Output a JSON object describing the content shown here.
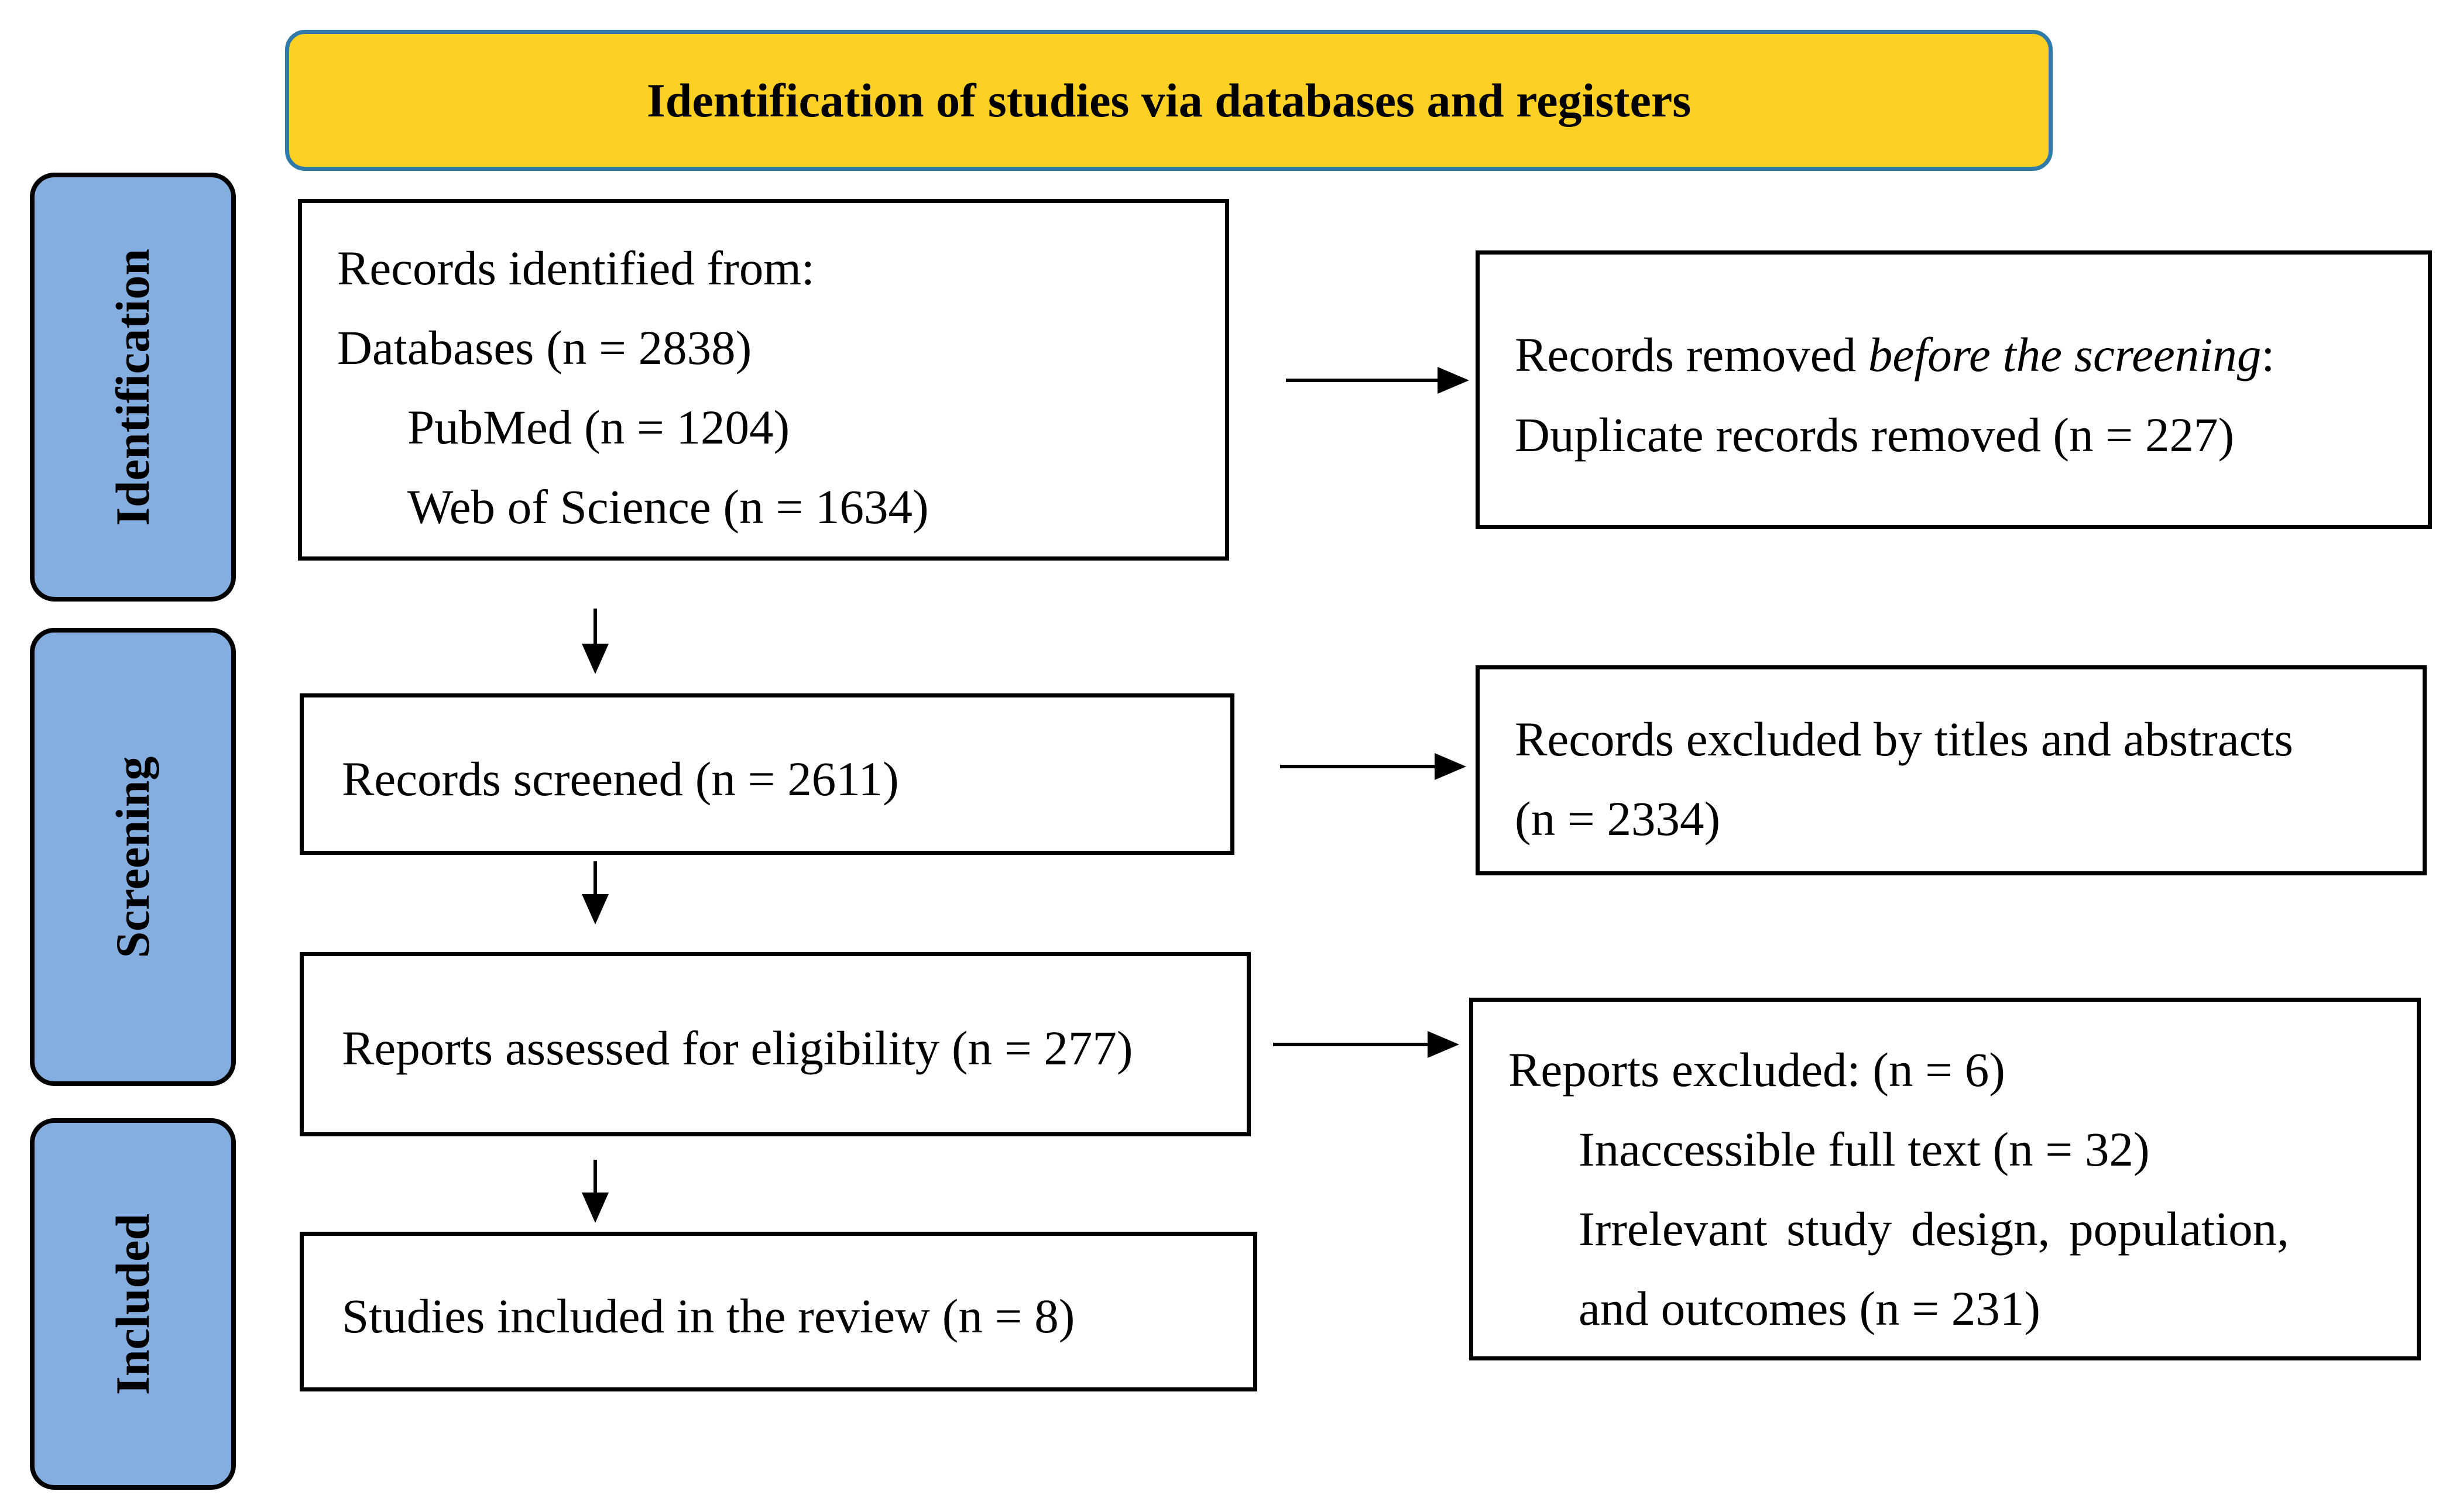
{
  "header": {
    "title": "Identification of studies via databases and registers"
  },
  "stages": {
    "identification": "Identification",
    "screening": "Screening",
    "included": "Included"
  },
  "boxes": {
    "records_identified": {
      "line1": "Records identified from:",
      "line2": "Databases (n = 2838)",
      "line3": "PubMed (n = 1204)",
      "line4": "Web of Science (n = 1634)"
    },
    "records_removed": {
      "line1_prefix": "Records removed ",
      "line1_italic": "before the screening",
      "line1_suffix": ":",
      "line2": "Duplicate records removed (n = 227)"
    },
    "records_screened": {
      "line1": "Records screened (n = 2611)"
    },
    "records_excluded": {
      "line1": "Records excluded by titles and abstracts",
      "line2": "(n = 2334)"
    },
    "reports_assessed": {
      "line1": "Reports assessed for eligibility (n = 277)"
    },
    "reports_excluded": {
      "line1": "Reports excluded: (n = 6)",
      "line2": "Inaccessible full text (n = 32)",
      "line3": "Irrelevant study design, population,",
      "line4": "and outcomes (n = 231)"
    },
    "studies_included": {
      "line1": "Studies included in the review (n = 8)"
    }
  }
}
